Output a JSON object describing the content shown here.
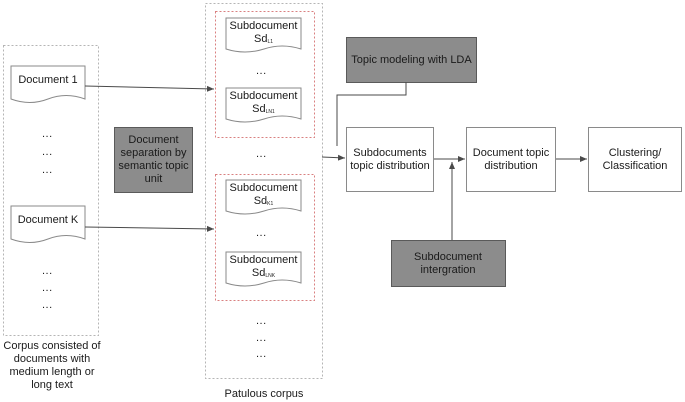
{
  "corpus": {
    "doc1_label": "Document 1",
    "dots_a": "...",
    "dots_b": "...",
    "dots_c": "...",
    "dock_label": "Document K",
    "dots_d": "...",
    "dots_e": "...",
    "dots_f": "...",
    "caption": "Corpus consisted of documents with medium length or long text"
  },
  "separation": {
    "label": "Document separation by semantic topic unit"
  },
  "patulous": {
    "group1": {
      "doc_a": {
        "title": "Subdocument",
        "sd": "Sd",
        "sub": "L1"
      },
      "dots": "...",
      "doc_b": {
        "title": "Subdocument",
        "sd": "Sd",
        "sub": "LN1"
      }
    },
    "dots_mid": "...",
    "group2": {
      "doc_a": {
        "title": "Subdocument",
        "sd": "Sd",
        "sub": "K1"
      },
      "dots": "...",
      "doc_b": {
        "title": "Subdocument",
        "sd": "Sd",
        "sub": "LNK"
      }
    },
    "dots_bottom_a": "...",
    "dots_bottom_b": "...",
    "dots_bottom_c": "...",
    "caption": "Patulous corpus"
  },
  "pipeline": {
    "lda": "Topic modeling with LDA",
    "subdoc_topic": "Subdocuments topic distribution",
    "doc_topic": "Document topic distribution",
    "clustering": "Clustering/ Classification",
    "integration": "Subdocument intergration"
  },
  "colors": {
    "dark_box": "#8c8c8c",
    "dark_box_border": "#5a5a5a",
    "line": "#4a4a4a",
    "doc_border": "#8a8a8a",
    "red_dash": "#d98080"
  }
}
